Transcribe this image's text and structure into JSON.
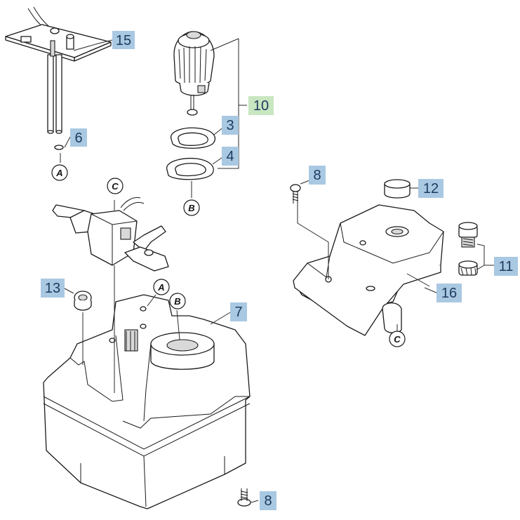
{
  "colors": {
    "callout_blue": "#a9c8e2",
    "callout_green": "#c8e6c0",
    "line": "#1a1a1a"
  },
  "callouts": [
    {
      "id": "c15",
      "label": "15",
      "color": "blue"
    },
    {
      "id": "c6",
      "label": "6",
      "color": "blue"
    },
    {
      "id": "c10",
      "label": "10",
      "color": "green"
    },
    {
      "id": "c3",
      "label": "3",
      "color": "blue"
    },
    {
      "id": "c4",
      "label": "4",
      "color": "blue"
    },
    {
      "id": "c8a",
      "label": "8",
      "color": "blue"
    },
    {
      "id": "c12",
      "label": "12",
      "color": "blue"
    },
    {
      "id": "c11",
      "label": "11",
      "color": "blue"
    },
    {
      "id": "c16",
      "label": "16",
      "color": "blue"
    },
    {
      "id": "c13",
      "label": "13",
      "color": "blue"
    },
    {
      "id": "c7",
      "label": "7",
      "color": "blue"
    },
    {
      "id": "c8b",
      "label": "8",
      "color": "blue"
    }
  ],
  "connectors": [
    {
      "id": "A1",
      "label": "A"
    },
    {
      "id": "B1",
      "label": "B"
    },
    {
      "id": "C1",
      "label": "C"
    },
    {
      "id": "C2",
      "label": "C"
    },
    {
      "id": "A2",
      "label": "A"
    },
    {
      "id": "B2",
      "label": "B"
    }
  ]
}
